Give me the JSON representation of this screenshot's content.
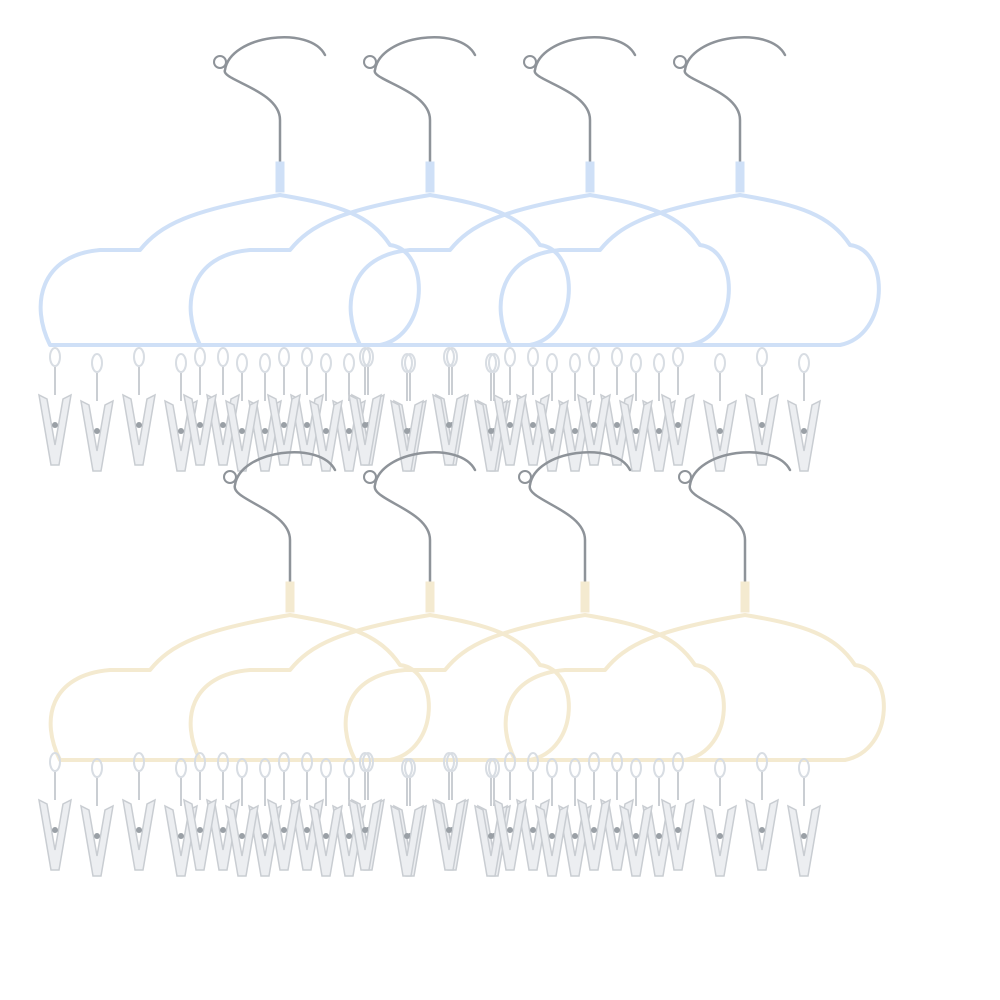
{
  "product": {
    "rows": [
      {
        "color_name": "blue",
        "frame_color": "#cfe0f7",
        "hanger_count": 4,
        "clips_per_hanger": 8
      },
      {
        "color_name": "beige",
        "frame_color": "#f4ead0",
        "hanger_count": 4,
        "clips_per_hanger": 8
      }
    ],
    "hook_color": "#8e9399",
    "clip_color": "#c9cdd2",
    "background": "#ffffff"
  }
}
